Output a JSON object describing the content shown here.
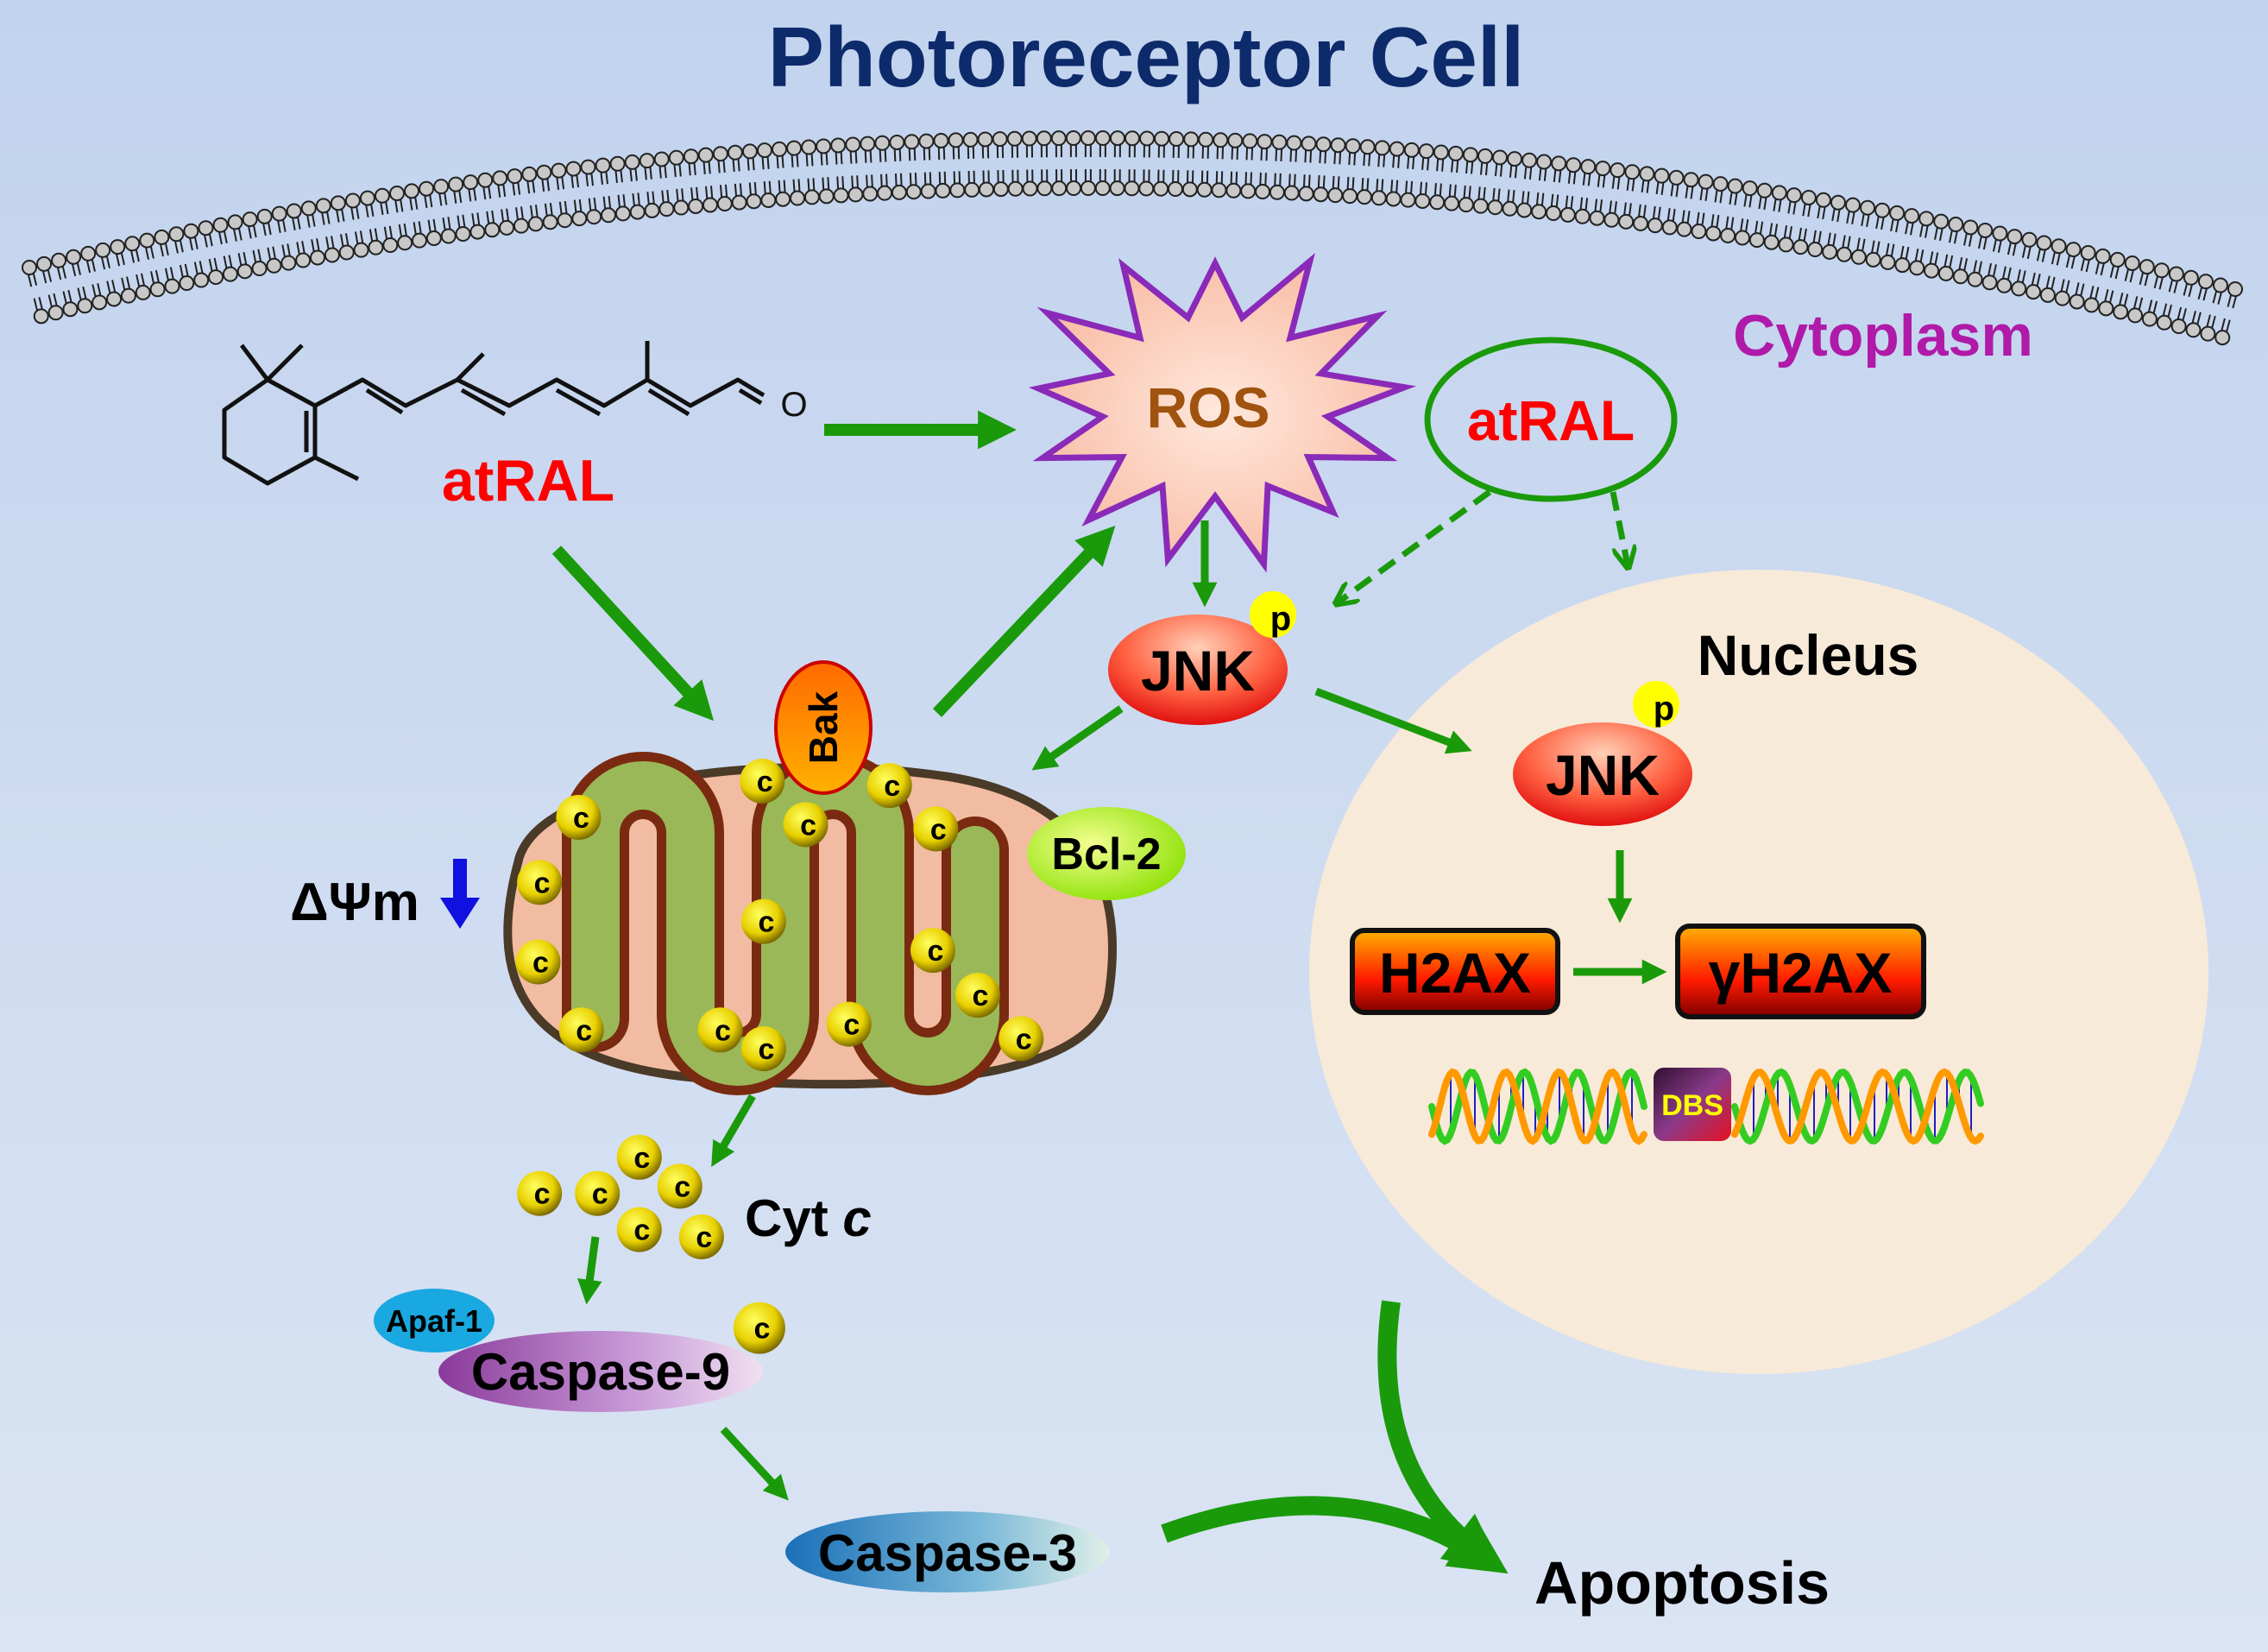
{
  "title": "Photoreceptor Cell",
  "cytoplasm_label": "Cytoplasm",
  "nucleus_label": "Nucleus",
  "molecule": {
    "name": "atRAL",
    "oxygen": "O"
  },
  "ros": "ROS",
  "atral_nuclear": "atRAL",
  "jnk_cyto": "JNK",
  "jnk_nuclear": "JNK",
  "phospho": "p",
  "bak": "Bak",
  "bcl2": "Bcl-2",
  "membrane_potential": "ΔΨm",
  "c_label": "c",
  "cyt_c": {
    "prefix": "Cyt ",
    "italic": "c"
  },
  "apaf1": "Apaf-1",
  "caspase9": "Caspase-9",
  "caspase3": "Caspase-3",
  "h2ax": "H2AX",
  "gamma_h2ax": "γH2AX",
  "dbs": "DBS",
  "apoptosis": "Apoptosis",
  "colors": {
    "arrow": "#1a9a0a",
    "title": "#0d2a6b",
    "cytoplasm": "#b01aa8",
    "atral": "#ff0000",
    "ros_text": "#a0520f",
    "nucleus_fill": "#f7ead8"
  }
}
